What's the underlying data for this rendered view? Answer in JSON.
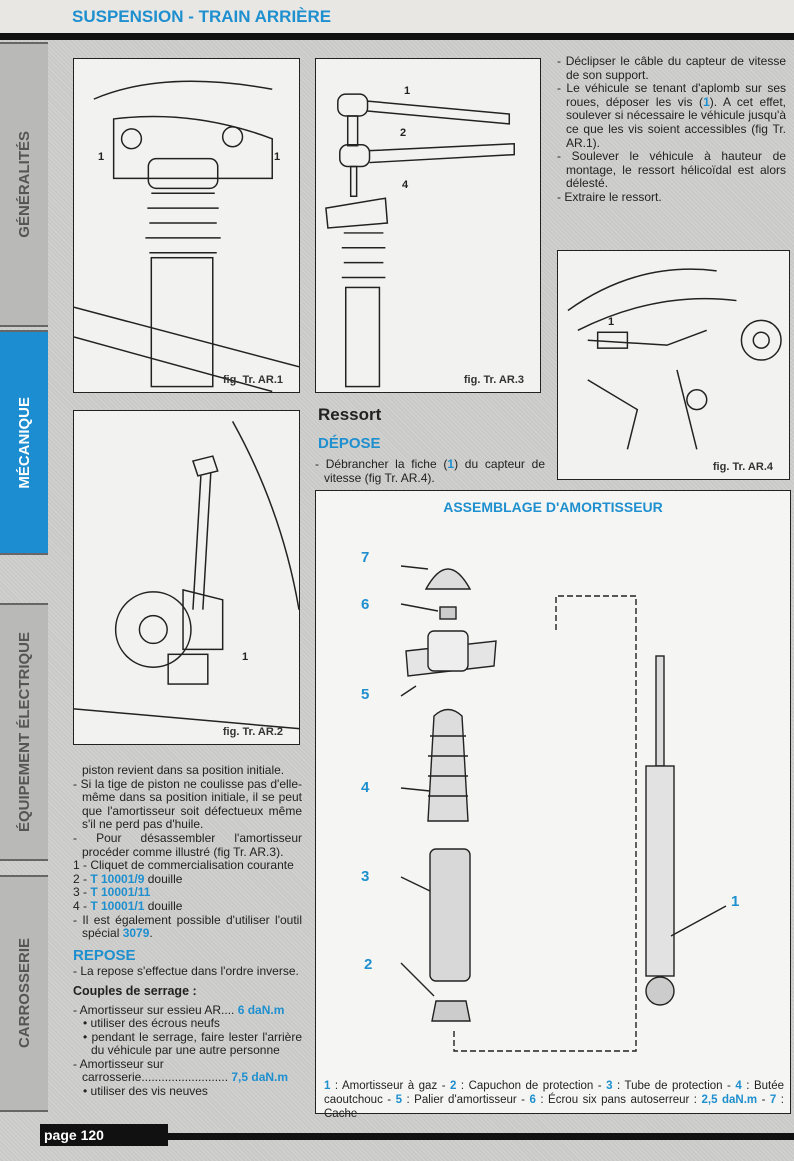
{
  "header": {
    "title": "SUSPENSION - TRAIN ARRIÈRE"
  },
  "sidebar": {
    "tabs": [
      {
        "label": "GÉNÉRALITÉS"
      },
      {
        "label": "MÉCANIQUE"
      },
      {
        "label": "ÉQUIPEMENT ÉLECTRIQUE"
      },
      {
        "label": "CARROSSERIE"
      }
    ]
  },
  "figures": {
    "fig1": {
      "caption": "fig. Tr. AR.1",
      "labels": [
        "1",
        "1"
      ]
    },
    "fig2": {
      "caption": "fig. Tr. AR.2",
      "labels": [
        "1"
      ]
    },
    "fig3": {
      "caption": "fig. Tr. AR.3",
      "labels": [
        "1",
        "2",
        "4"
      ]
    },
    "fig4": {
      "caption": "fig. Tr. AR.4",
      "labels": [
        "1"
      ]
    }
  },
  "right_col": {
    "items": [
      {
        "pre": "- Déclipser le câble du capteur de vitesse de son support."
      },
      {
        "pre": "- Le véhicule se tenant d'aplomb sur ses roues, déposer les vis (",
        "hl": "1",
        "post": "). A cet effet, soulever si nécessaire le véhicule jusqu'à ce que les vis soient accessibles (fig Tr. AR.1)."
      },
      {
        "pre": "- Soulever le véhicule à hauteur de montage, le ressort hélicoïdal est alors délesté."
      },
      {
        "pre": "- Extraire le ressort."
      }
    ]
  },
  "ressort": {
    "title": "Ressort",
    "depose": "DÉPOSE",
    "text_pre": "- Débrancher la fiche (",
    "text_hl": "1",
    "text_post": ") du capteur de vitesse (fig Tr. AR.4)."
  },
  "left_col": {
    "p1": "piston revient dans sa position initiale.",
    "p2": "- Si la tige de piston ne coulisse pas d'elle-même dans sa position initiale, il se peut que l'amortisseur soit défectueux même s'il ne perd pas d'huile.",
    "p3": "- Pour désassembler l'amortisseur procéder comme illustré (fig Tr. AR.3).",
    "tools": [
      {
        "n": "1 - ",
        "ref": "",
        "rest": "Cliquet de commercialisation courante"
      },
      {
        "n": "2 - ",
        "ref": "T 10001/9",
        "rest": " douille"
      },
      {
        "n": "3 - ",
        "ref": "T 10001/11",
        "rest": ""
      },
      {
        "n": "4 - ",
        "ref": "T 10001/1",
        "rest": " douille"
      }
    ],
    "p4_pre": "- Il est également possible d'utiliser l'outil spécial ",
    "p4_hl": "3079",
    "p4_post": ".",
    "repose": "REPOSE",
    "p5": "- La repose s'effectue dans l'ordre inverse.",
    "couples_title": "Couples de serrage :",
    "c1_pre": "- Amortisseur sur essieu AR.... ",
    "c1_val": "6 daN.m",
    "c1_b1": "• utiliser des écrous neufs",
    "c1_b2": "• pendant le serrage, faire lester l'arrière du véhicule par une autre personne",
    "c2_pre1": "- Amortisseur sur",
    "c2_pre2": "carrosserie.......................... ",
    "c2_val": "7,5 daN.m",
    "c2_b1": "• utiliser des vis neuves"
  },
  "assembly": {
    "title": "ASSEMBLAGE D'AMORTISSEUR",
    "numbers": [
      "7",
      "6",
      "5",
      "4",
      "3",
      "2",
      "1"
    ],
    "legend": [
      {
        "n": "1",
        "t": " : Amortisseur à gaz - "
      },
      {
        "n": "2",
        "t": " : Capuchon de protection - "
      },
      {
        "n": "3",
        "t": " : Tube de protection - "
      },
      {
        "n": "4",
        "t": " : Butée caoutchouc - "
      },
      {
        "n": "5",
        "t": " : Palier d'amortisseur - "
      },
      {
        "n": "6",
        "t": " : Écrou six pans autoserreur : "
      },
      {
        "n": "2,5 daN.m",
        "t": " - "
      },
      {
        "n": "7",
        "t": " : Cache"
      }
    ]
  },
  "footer": {
    "page": "page 120"
  },
  "colors": {
    "accent": "#1e8fcf",
    "tab_active": "#1b8dd0"
  }
}
